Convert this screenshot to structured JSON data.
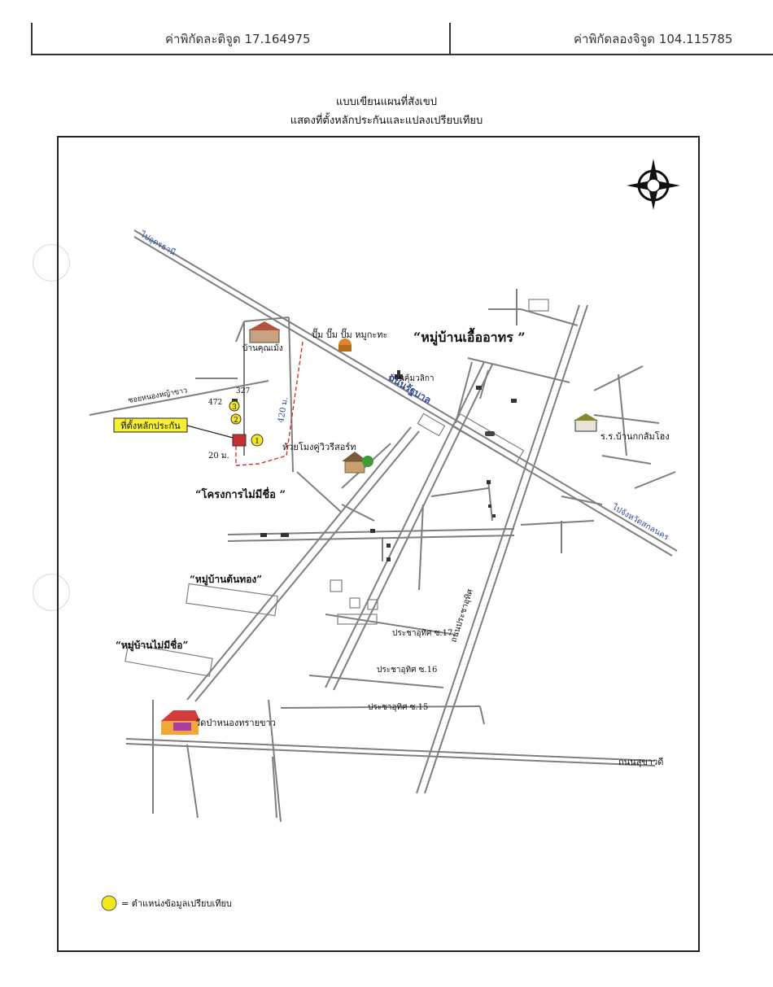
{
  "header": {
    "latitude": "ค่าพิกัดละติจูด 17.164975",
    "longitude": "ค่าพิกัดลองจิจูด 104.115785"
  },
  "title": {
    "line1": "แบบเขียนแผนที่สังเขป",
    "line2": "แสดงที่ตั้งหลักประกันและแปลงเปรียบเทียบ"
  },
  "map": {
    "compass": "N",
    "villages": {
      "ueaathon": "“หมู่บ้านเอื้ออาทร ”",
      "tonthong": "“หมู่บ้านต้นทอง”",
      "noname": "“หมู่บ้านไม่มีชื่อ”",
      "project_noname": "“โครงการไม่มีชื่อ ”"
    },
    "places": {
      "fuel_station": "ปั๊ม ปั๊ม ปั๊ม หมูกะทะ",
      "ban_khun": "บ้านคุณเม้ง",
      "phum_walika": "บ้านคุ้มวลิกา",
      "resort": "ห้วยโมงคู่วิวรีสอร์ท",
      "school": "ร.ร.บ้านกกส้มโฮง",
      "temple": "วัดป่าหนองทรายขาว"
    },
    "roads": {
      "main": "ถนนรัฐบาล",
      "to_udon": "ไปอุดรธานี",
      "to_sakon": "ไปจังหวัดสกลนคร",
      "prachautit": "ถนนประชาอุทิศ",
      "suk_ha": "ถนนสุขาวดี",
      "soi_pra_17": "ประชาอุทิศ ซ.17",
      "soi_pra_16": "ประชาอุทิศ ซ.16",
      "soi_pra_15": "ประชาอุทิศ ซ.15",
      "alley": "ซอยหนองหญ้าขาว"
    },
    "markers": {
      "collateral_label": "ที่ตั้งหลักประกัน",
      "dist_20": "20 ม.",
      "dist_420": "420 ม.",
      "house_327": "327",
      "house_472": "472",
      "cmp1": "1",
      "cmp2": "2",
      "cmp3": "3"
    },
    "legend": "= ตำแหน่งข้อมูลเปรียบเทียบ"
  },
  "colors": {
    "road": "#7f7f7f",
    "label_box": "#f6ef36",
    "marker": "#f3e81f",
    "red_dash": "#e02828",
    "main_road_text": "#2d4f97"
  }
}
